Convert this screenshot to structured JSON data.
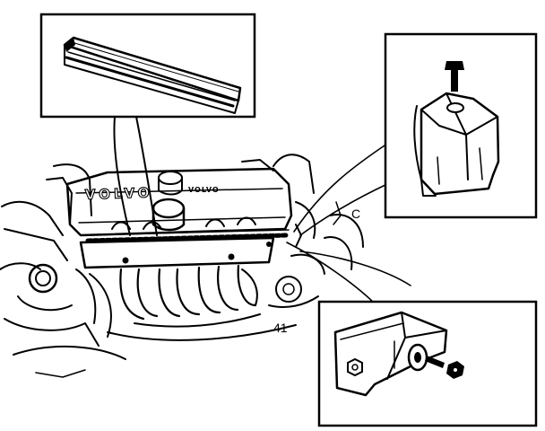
{
  "engine_cover_text": "VOLVO",
  "small_logo_text": "VOLVO",
  "part_mark": "41",
  "side_mark": "C",
  "colors": {
    "ink": "#000000",
    "paper": "#ffffff"
  }
}
